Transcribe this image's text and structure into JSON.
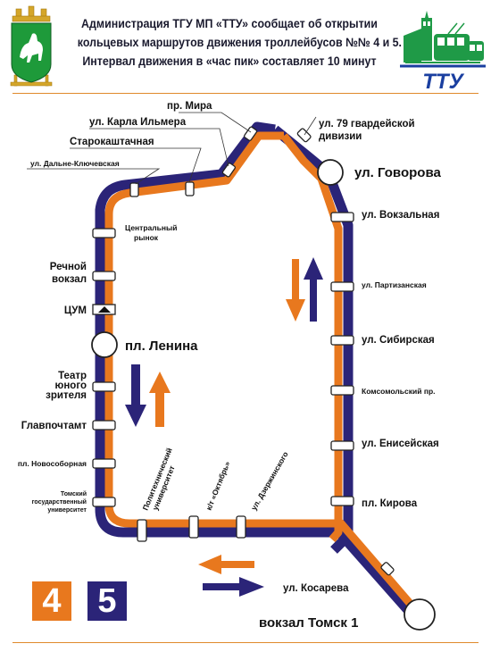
{
  "header": {
    "line1": "Администрация ТГУ МП «ТТУ» сообщает об открытии",
    "line2": "кольцевых маршрутов движения троллейбусов №№ 4 и 5.",
    "line3": "Интервал движения в «час пик» составляет 10 минут",
    "logo_text": "ТТУ"
  },
  "colors": {
    "route4": "#e8781e",
    "route5": "#2b2478",
    "accent_rule": "#e08a2c",
    "crest_green": "#1e9a3a",
    "logo_green": "#1f9a47",
    "logo_blue": "#1a3fa0"
  },
  "stops": {
    "mira": "пр. Мира",
    "ilmera": "ул. Карла Ильмера",
    "starokashtachnaya": "Старокаштачная",
    "dalne": "ул. Дальне-Ключевская",
    "gvardeyskoy_1": "ул. 79 гвардейской",
    "gvardeyskoy_2": "дивизии",
    "govorova": "ул. Говорова",
    "vokzalnaya": "ул. Вокзальная",
    "tsentralny_1": "Центральный",
    "tsentralny_2": "рынок",
    "rechnoy_1": "Речной",
    "rechnoy_2": "вокзал",
    "partizanskaya": "ул. Партизанская",
    "tsum": "ЦУМ",
    "lenina": "пл. Ленина",
    "sibirskaya": "ул. Сибирская",
    "teatr_1": "Театр",
    "teatr_2": "юного",
    "teatr_3": "зрителя",
    "komsomolsky": "Комсомольский пр.",
    "glavpochtamt": "Главпочтамт",
    "eniseyskaya": "ул. Енисейская",
    "novosobornaya": "пл. Новособорная",
    "tgu_1": "Томский",
    "tgu_2": "государственный",
    "tgu_3": "университет",
    "politeh_1": "Политехнический",
    "politeh_2": "университет",
    "oktyabr": "к/т «Октябрь»",
    "dzerzhinskogo": "ул. Дзержинского",
    "kirova": "пл. Кирова",
    "kosareva": "ул. Косарева",
    "vokzal_tomsk": "вокзал Томск 1"
  },
  "routes": {
    "r4": "4",
    "r5": "5"
  }
}
